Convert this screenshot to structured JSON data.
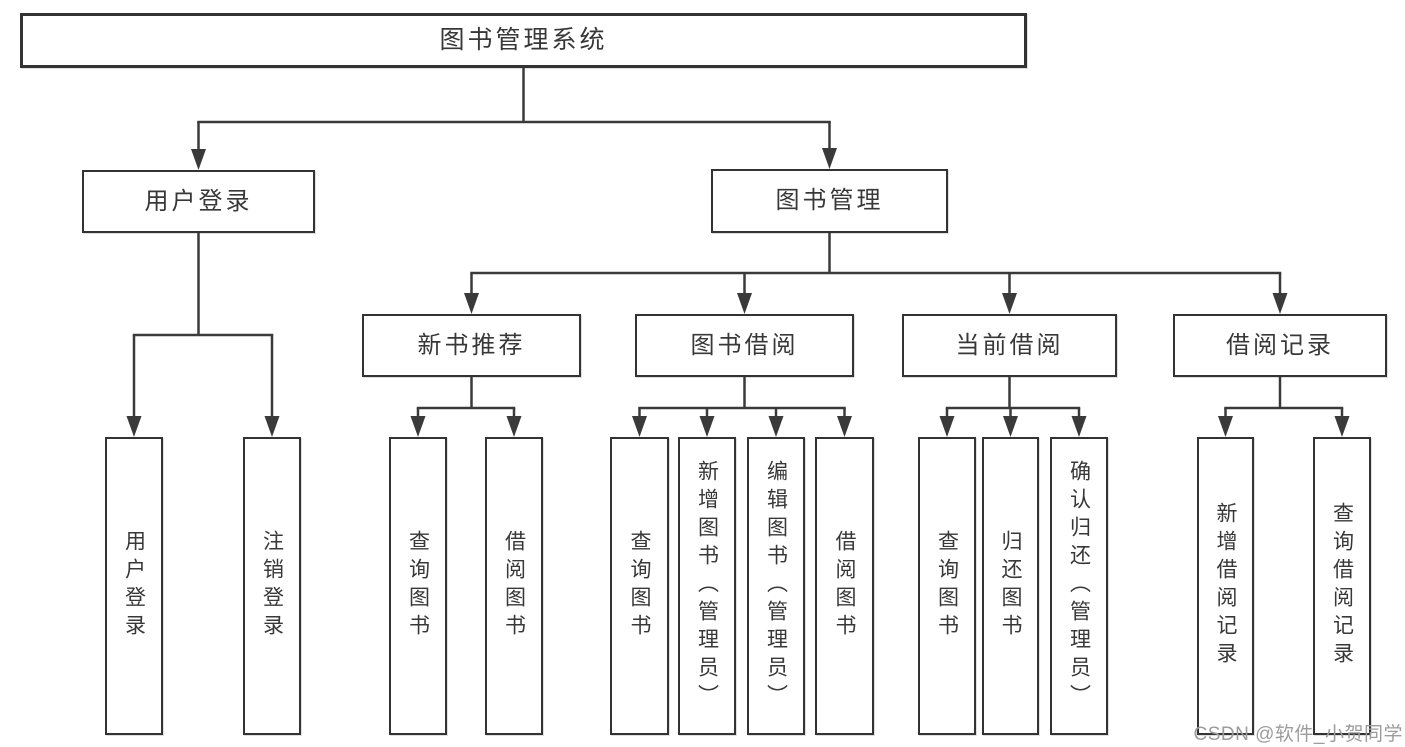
{
  "diagram": {
    "nodes": {
      "root": {
        "label": "图书管理系统"
      },
      "user_login_branch": {
        "label": "用户登录"
      },
      "book_mgmt_branch": {
        "label": "图书管理"
      },
      "new_book_rec": {
        "label": "新书推荐"
      },
      "book_borrow": {
        "label": "图书借阅"
      },
      "current_borrow": {
        "label": "当前借阅"
      },
      "borrow_records": {
        "label": "借阅记录"
      },
      "leaf_user_login": {
        "label": "用户登录"
      },
      "leaf_logout": {
        "label": "注销登录"
      },
      "leaf_query_book_1": {
        "label": "查询图书"
      },
      "leaf_borrow_book_1": {
        "label": "借阅图书"
      },
      "leaf_query_book_2": {
        "label": "查询图书"
      },
      "leaf_add_book": {
        "label": "新增图书（管理员）"
      },
      "leaf_edit_book": {
        "label": "编辑图书（管理员）"
      },
      "leaf_borrow_book_2": {
        "label": "借阅图书"
      },
      "leaf_query_book_3": {
        "label": "查询图书"
      },
      "leaf_return_book": {
        "label": "归还图书"
      },
      "leaf_confirm_return": {
        "label": "确认归还（管理员）"
      },
      "leaf_add_record": {
        "label": "新增借阅记录"
      },
      "leaf_query_record": {
        "label": "查询借阅记录"
      }
    },
    "edges": [
      [
        "root",
        "user_login_branch"
      ],
      [
        "root",
        "book_mgmt_branch"
      ],
      [
        "user_login_branch",
        "leaf_user_login"
      ],
      [
        "user_login_branch",
        "leaf_logout"
      ],
      [
        "book_mgmt_branch",
        "new_book_rec"
      ],
      [
        "book_mgmt_branch",
        "book_borrow"
      ],
      [
        "book_mgmt_branch",
        "current_borrow"
      ],
      [
        "book_mgmt_branch",
        "borrow_records"
      ],
      [
        "new_book_rec",
        "leaf_query_book_1"
      ],
      [
        "new_book_rec",
        "leaf_borrow_book_1"
      ],
      [
        "book_borrow",
        "leaf_query_book_2"
      ],
      [
        "book_borrow",
        "leaf_add_book"
      ],
      [
        "book_borrow",
        "leaf_edit_book"
      ],
      [
        "book_borrow",
        "leaf_borrow_book_2"
      ],
      [
        "current_borrow",
        "leaf_query_book_3"
      ],
      [
        "current_borrow",
        "leaf_return_book"
      ],
      [
        "current_borrow",
        "leaf_confirm_return"
      ],
      [
        "borrow_records",
        "leaf_add_record"
      ],
      [
        "borrow_records",
        "leaf_query_record"
      ]
    ]
  },
  "watermark": {
    "text": "CSDN @软件_小贺同学"
  },
  "colors": {
    "background": "#ffffff",
    "box_fill": "#ffffff",
    "box_border": "#333333",
    "line": "#3a3a3a",
    "text": "#383838",
    "watermark": "#9c9c9c"
  }
}
